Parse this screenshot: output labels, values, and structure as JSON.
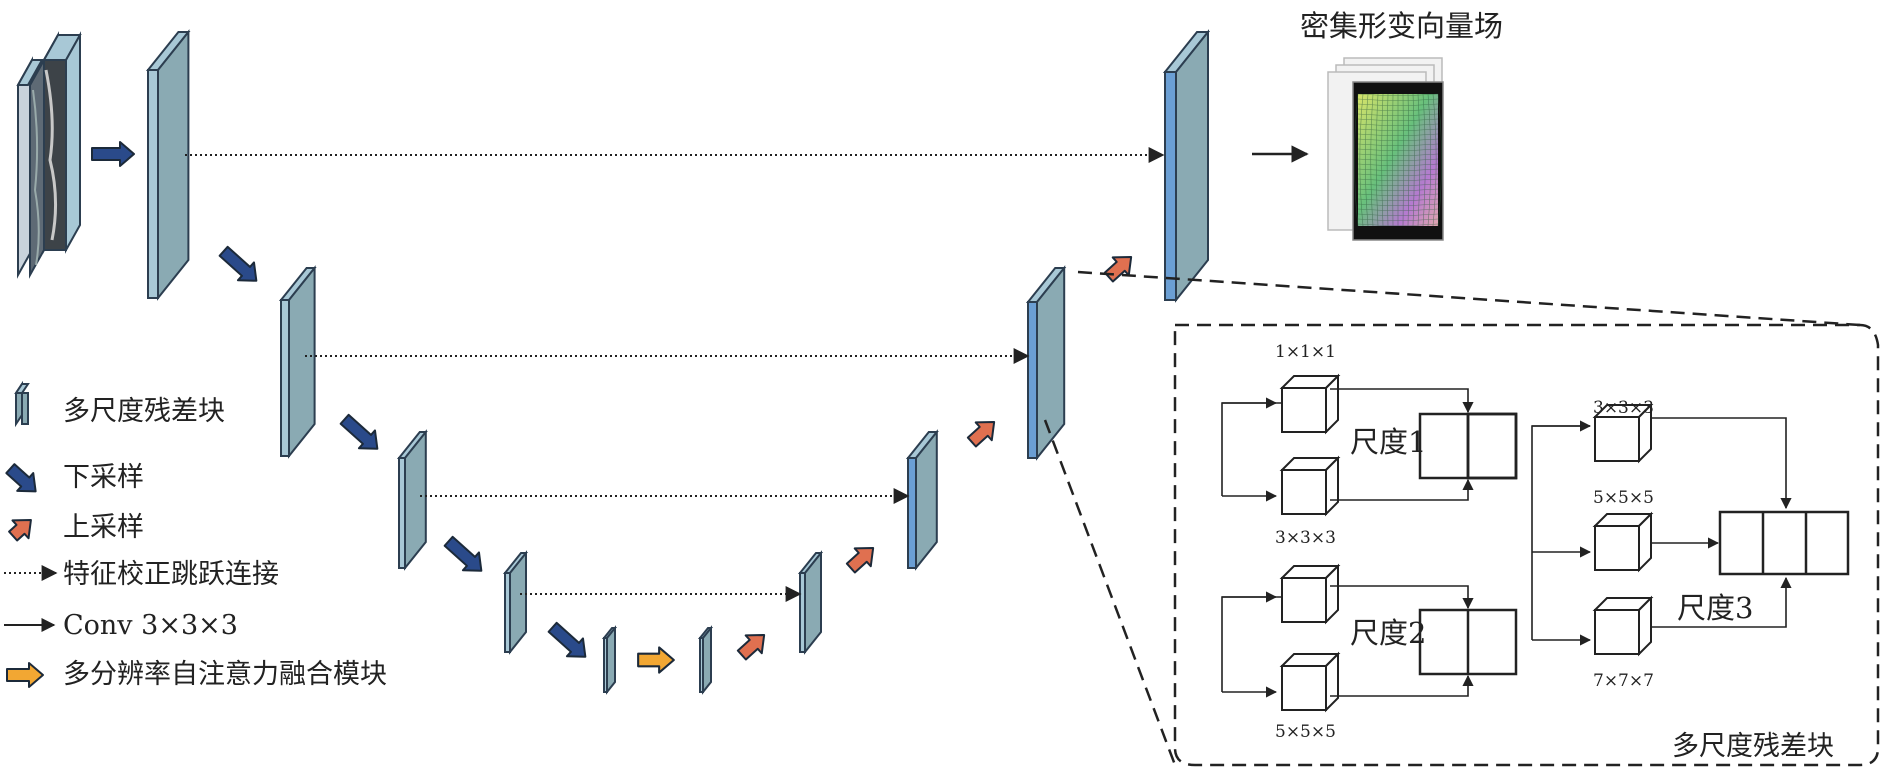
{
  "title_output": "密集形变向量场",
  "legend": {
    "residual_block": "多尺度残差块",
    "downsample": "下采样",
    "upsample": "上采样",
    "skip": "特征校正跳跃连接",
    "conv": "Conv 3×3×3",
    "fusion": "多分辨率自注意力融合模块"
  },
  "detail": {
    "title": "多尺度残差块",
    "scale1": "尺度1",
    "scale2": "尺度2",
    "scale3": "尺度3",
    "k111": "1×1×1",
    "k333a": "3×3×3",
    "k555a": "5×5×5",
    "k333b": "3×3×3",
    "k555b": "5×5×5",
    "k777": "7×7×7"
  },
  "colors": {
    "block_face": "#8aaab3",
    "block_side": "#a8c8d6",
    "block_edge": "#2c3e50",
    "up_block_front": "#6b9fd4",
    "down_arrow": "#2a4a8a",
    "up_arrow": "#e07050",
    "fusion_arrow": "#f2a733"
  }
}
